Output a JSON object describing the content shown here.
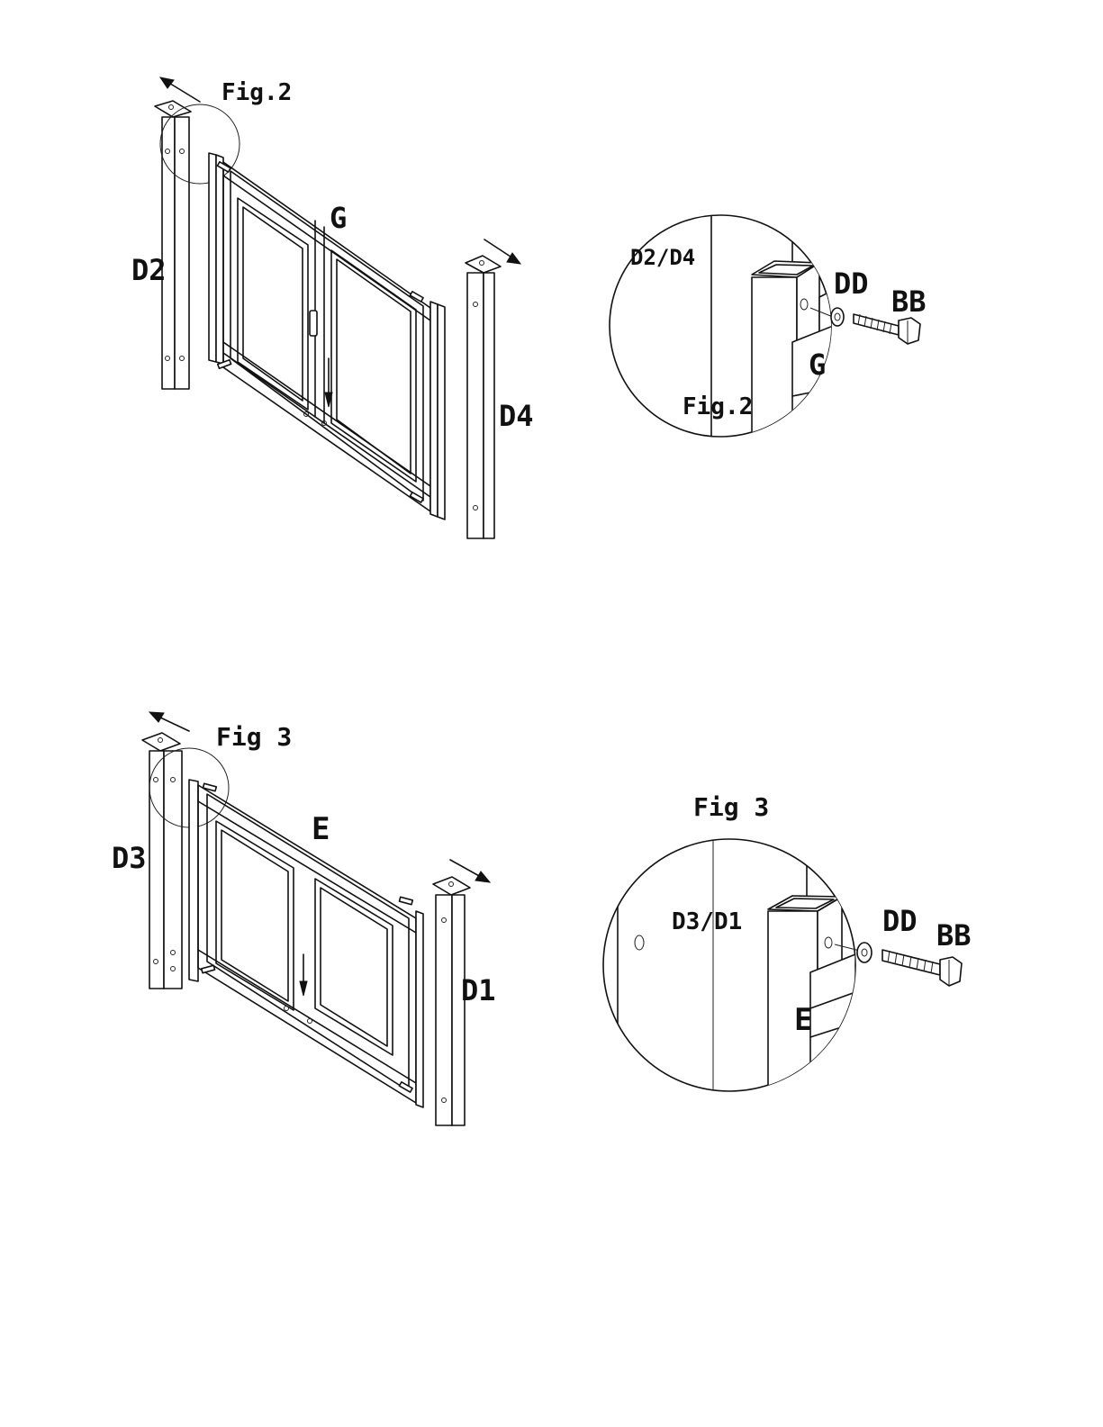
{
  "top_section": {
    "overview": {
      "fig_callout": "Fig.2",
      "gate_label": "G",
      "left_post_label": "D2",
      "right_post_label": "D4"
    },
    "detail": {
      "post_label": "D2/D4",
      "washer_label": "DD",
      "bolt_label": "BB",
      "gate_label": "G",
      "fig_label": "Fig.2"
    }
  },
  "bottom_section": {
    "overview": {
      "fig_callout": "Fig 3",
      "panel_label": "E",
      "left_post_label": "D3",
      "right_post_label": "D1"
    },
    "detail": {
      "fig_label": "Fig 3",
      "post_label": "D3/D1",
      "washer_label": "DD",
      "bolt_label": "BB",
      "panel_label": "E"
    }
  }
}
